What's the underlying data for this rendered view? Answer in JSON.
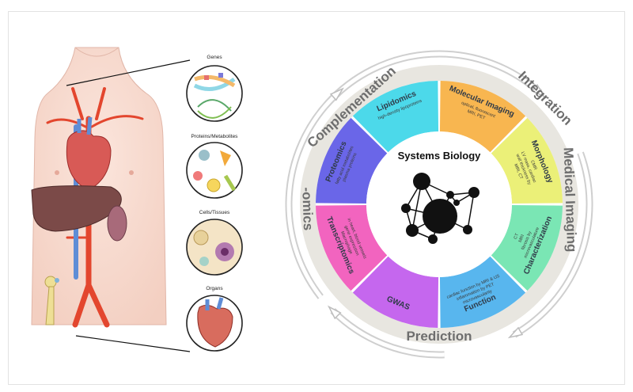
{
  "left_panel": {
    "scales": [
      "Genes",
      "Proteins/Metabolites",
      "Cells/Tissues",
      "Organs"
    ]
  },
  "center": {
    "title": "Systems Biology"
  },
  "segments": [
    {
      "name": "Molecular Imaging",
      "detail": [
        "optical, fluorescent",
        "MRI, PET"
      ],
      "color": "#f8b650"
    },
    {
      "name": "Morphology",
      "detail": [
        "CMR",
        "LV mass, cardiac",
        "wall thickness by",
        "MRI, CT"
      ],
      "color": "#ebf078"
    },
    {
      "name": "Characterization",
      "detail": [
        "microvasculature",
        "fibrosis by",
        "MRI",
        "CT"
      ],
      "color": "#7ae6b4"
    },
    {
      "name": "Function",
      "detail": [
        "microvascularity",
        "inflammation by PET",
        "cardiac function by MRI & US"
      ],
      "color": "#58b6ee"
    },
    {
      "name": "GWAS",
      "detail": [],
      "color": "#c567ee"
    },
    {
      "name": "Transcriptomics",
      "detail": [
        "Macrophage",
        "gene expression",
        "in heart, blood vessels"
      ],
      "color": "#f264bf"
    },
    {
      "name": "Proteomics",
      "detail": [
        "fatty acid metabolites",
        "plasma proteins"
      ],
      "color": "#6a66e8"
    },
    {
      "name": "Lipidomics",
      "detail": [
        "high-density lipoproteins"
      ],
      "color": "#4cd9ea"
    }
  ],
  "ring_labels": {
    "top_left": "Complementation",
    "top_right": "Integration",
    "right": "Medical Imaging",
    "bottom": "Prediction",
    "left": "-omics"
  }
}
